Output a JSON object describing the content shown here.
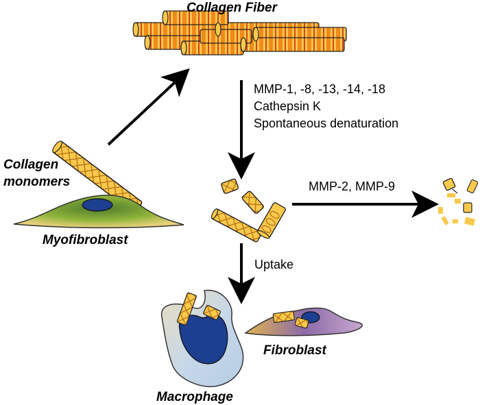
{
  "labels": {
    "collagen_fiber": "Collagen Fiber",
    "collagen_monomers_line1": "Collagen",
    "collagen_monomers_line2": "monomers",
    "myofibroblast": "Myofibroblast",
    "enzymes_line1": "MMP-1, -8, -13, -14, -18",
    "enzymes_line2": "Cathepsin K",
    "enzymes_line3": "Spontaneous denaturation",
    "gelatinases": "MMP-2, MMP-9",
    "uptake": "Uptake",
    "macrophage": "Macrophage",
    "fibroblast": "Fibroblast"
  },
  "colors": {
    "collagen_orange": "#f08a1c",
    "collagen_yellow": "#f9c94b",
    "collagen_red": "#d8431c",
    "cell_green": "#8fb43a",
    "nucleus_blue": "#1d3f8f",
    "macrophage_light": "#c5d7ea",
    "fibroblast_purple": "#8b6aa8",
    "arrow": "#000000"
  }
}
